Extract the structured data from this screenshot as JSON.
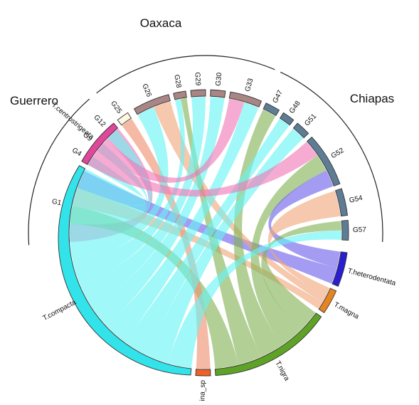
{
  "regions": [
    {
      "name": "Guerrero",
      "group_ids": [
        "G1",
        "G4",
        "G9",
        "G12"
      ]
    },
    {
      "name": "Oaxaca",
      "group_ids": [
        "G25",
        "G26",
        "G28",
        "G29",
        "G30",
        "G33"
      ]
    },
    {
      "name": "Chiapas",
      "group_ids": [
        "G47",
        "G48",
        "G51",
        "G52",
        "G54",
        "G57"
      ]
    }
  ],
  "groups": [
    {
      "id": "G1",
      "label": "G1",
      "color": "#fdf8de"
    },
    {
      "id": "G4",
      "label": "G4",
      "color": "#fdf8de"
    },
    {
      "id": "G9",
      "label": "G9",
      "color": "#fdf8de"
    },
    {
      "id": "G12",
      "label": "G12",
      "color": "#fdf8de"
    },
    {
      "id": "G25",
      "label": "G25",
      "color": "#fdf8de"
    },
    {
      "id": "G26",
      "label": "G26",
      "color": "#a98585"
    },
    {
      "id": "G28",
      "label": "G28",
      "color": "#a98585"
    },
    {
      "id": "G29",
      "label": "G29",
      "color": "#a98585"
    },
    {
      "id": "G30",
      "label": "G30",
      "color": "#a98585"
    },
    {
      "id": "G33",
      "label": "G33",
      "color": "#a98585"
    },
    {
      "id": "G47",
      "label": "G47",
      "color": "#5e7d95"
    },
    {
      "id": "G48",
      "label": "G48",
      "color": "#5e7d95"
    },
    {
      "id": "G51",
      "label": "G51",
      "color": "#5e7d95"
    },
    {
      "id": "G52",
      "label": "G52",
      "color": "#5e7d95"
    },
    {
      "id": "G54",
      "label": "G54",
      "color": "#5e7d95"
    },
    {
      "id": "G57",
      "label": "G57",
      "color": "#5e7d95"
    }
  ],
  "species": [
    {
      "id": "T.centrostrigeata",
      "label": "T.centrostrigeata",
      "color": "#e0479b",
      "ribbon": "#f177b6"
    },
    {
      "id": "T.compacta",
      "label": "T.compacta",
      "color": "#33e3ea",
      "ribbon": "#66f3f3"
    },
    {
      "id": "Trichodina_sp",
      "label": "Trichodina_sp",
      "color": "#f0602a",
      "ribbon": "#ef9070"
    },
    {
      "id": "T.nigra",
      "label": "T.nigra",
      "color": "#5ea326",
      "ribbon": "#83b156"
    },
    {
      "id": "T.magna",
      "label": "T.magna",
      "color": "#e58522",
      "ribbon": "#f0a77a"
    },
    {
      "id": "T.heterodentata",
      "label": "T.heterodentata",
      "color": "#2a1fd0",
      "ribbon": "#6a60ea"
    }
  ],
  "links": [
    {
      "group": "G1",
      "species": "T.centrostrigeata"
    },
    {
      "group": "G1",
      "species": "T.nigra"
    },
    {
      "group": "G1",
      "species": "T.magna"
    },
    {
      "group": "G1",
      "species": "T.heterodentata"
    },
    {
      "group": "G4",
      "species": "T.compacta"
    },
    {
      "group": "G9",
      "species": "T.compacta"
    },
    {
      "group": "G12",
      "species": "T.compacta"
    },
    {
      "group": "G25",
      "species": "Trichodina_sp"
    },
    {
      "group": "G26",
      "species": "T.compacta"
    },
    {
      "group": "G26",
      "species": "T.magna"
    },
    {
      "group": "G28",
      "species": "T.compacta"
    },
    {
      "group": "G28",
      "species": "T.nigra"
    },
    {
      "group": "G29",
      "species": "T.compacta"
    },
    {
      "group": "G30",
      "species": "T.compacta"
    },
    {
      "group": "G33",
      "species": "T.centrostrigeata"
    },
    {
      "group": "G33",
      "species": "T.compacta"
    },
    {
      "group": "G47",
      "species": "T.nigra"
    },
    {
      "group": "G48",
      "species": "T.compacta"
    },
    {
      "group": "G51",
      "species": "T.compacta"
    },
    {
      "group": "G52",
      "species": "T.centrostrigeata"
    },
    {
      "group": "G52",
      "species": "T.nigra"
    },
    {
      "group": "G52",
      "species": "T.heterodentata"
    },
    {
      "group": "G54",
      "species": "T.magna"
    },
    {
      "group": "G57",
      "species": "T.nigra"
    },
    {
      "group": "G57",
      "species": "T.compacta"
    }
  ]
}
